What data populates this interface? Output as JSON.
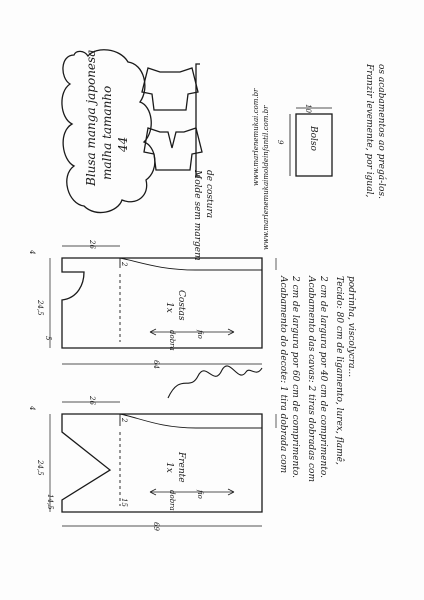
{
  "title": {
    "line1": "Blusa manga japonesa",
    "line2": "malha tamanho",
    "size": "44"
  },
  "note": {
    "line1": "Molde sem margem",
    "line2": "de costura"
  },
  "website": {
    "line1": "www.marlenemukai.com.br",
    "line2": "www.marlenemukaimoldeinfantil.com.br"
  },
  "pocket": {
    "label": "Bolso",
    "width": "9",
    "height": "10"
  },
  "pocket_note": {
    "line1": "Franzir levemente, por igual,",
    "line2": "os acabamentos ao pregá-los."
  },
  "back_piece": {
    "name": "Costas",
    "qty": "1x",
    "fold": "dobra",
    "grain": "fio",
    "dim_shoulder_drop": "4",
    "dim_width": "26",
    "dim_sleeve_drop": "2",
    "dim_armhole": "24,5",
    "dim_neck": "5",
    "dim_length": "64"
  },
  "front_piece": {
    "name": "Frente",
    "qty": "1x",
    "fold": "dobra",
    "grain": "fio",
    "dim_shoulder_drop": "4",
    "dim_width": "26",
    "dim_sleeve_drop": "2",
    "dim_armhole": "24,5",
    "dim_neck": "14,5",
    "dim_v": "15",
    "dim_length": "69"
  },
  "signature": "Marlene Mukai",
  "instructions": {
    "line1a": "Acabamento do decote: 1 tira dobrada com",
    "line1b": "2 cm de largura por 60 cm de comprimento.",
    "line2a": "Acabamento das cavas: 2 tiras dobradas com",
    "line2b": "2 cm de largura por 40 cm de comprimento.",
    "line3a": "Tecido: 80 cm de ligamento, lurex, flamê,",
    "line3b": "podrinha, viscolycra..."
  }
}
